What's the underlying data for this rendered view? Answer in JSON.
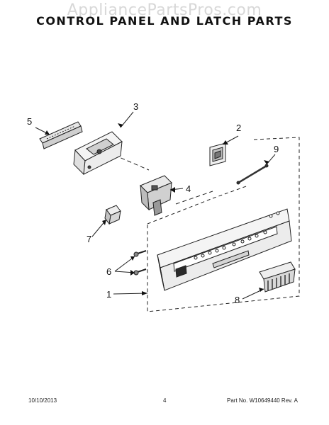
{
  "watermark": "AppliancePartsPros.com",
  "title": "CONTROL PANEL AND LATCH PARTS",
  "callouts": [
    "1",
    "2",
    "3",
    "4",
    "5",
    "6",
    "7",
    "8",
    "9"
  ],
  "footer": {
    "date": "10/10/2013",
    "page": "4",
    "part": "Part No. W10649440  Rev. A"
  }
}
